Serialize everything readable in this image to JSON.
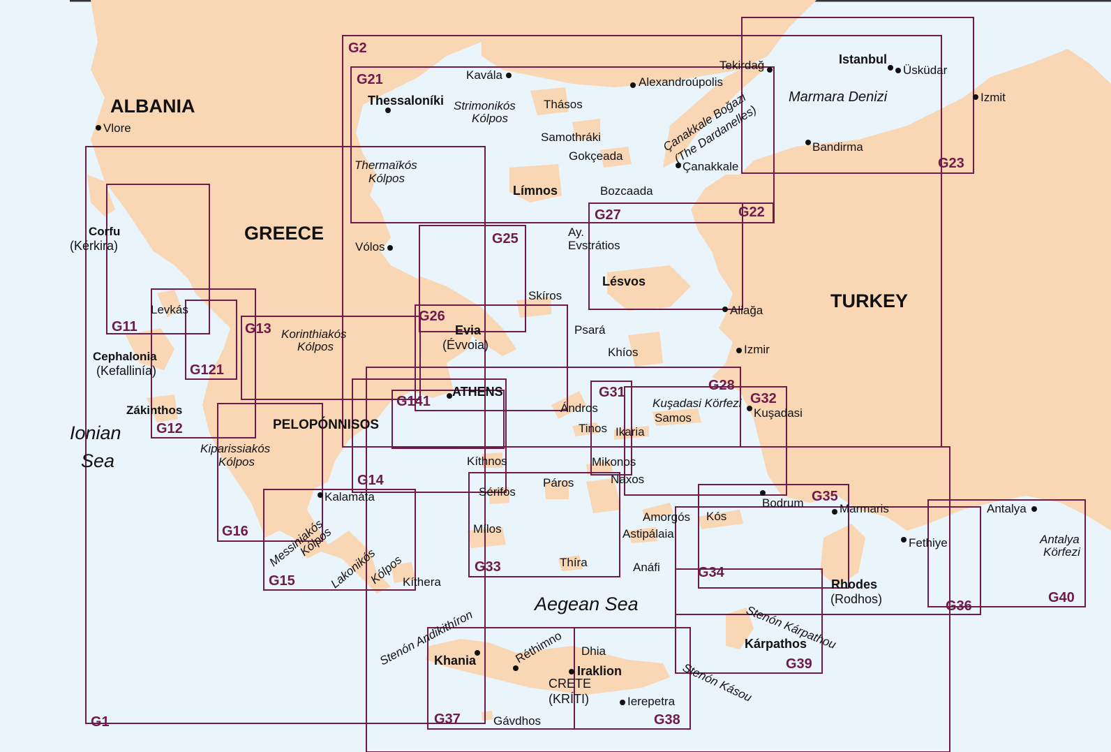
{
  "colors": {
    "sea": "#e9f4fb",
    "land": "#f9d6b4",
    "chart_outline": "#6e1a4a",
    "text": "#111111"
  },
  "countries": {
    "albania": "ALBANIA",
    "greece": "GREECE",
    "turkey": "TURKEY"
  },
  "seas": {
    "ionian_1": "Ionian",
    "ionian_2": "Sea",
    "aegean": "Aegean Sea",
    "marmara": "Marmara Denizi",
    "korinth_1": "Korinthiakós",
    "korinth_2": "Kólpos",
    "thermaikos_1": "Thermaïkós",
    "thermaikos_2": "Kólpos",
    "strimonikos_1": "Strimonikós",
    "strimonikos_2": "Kólpos",
    "kiparissiakos_1": "Kiparissiakós",
    "kiparissiakos_2": "Kólpos",
    "messiniakos_1": "Messiniakós",
    "messiniakos_2": "Kólpos",
    "lakonikos_1": "Lakonikós",
    "lakonikos_2": "Kólpos",
    "kusadasi_korfezi": "Kuşadasi Körfezi",
    "antalya_korfezi_1": "Antalya",
    "antalya_korfezi_2": "Körfezi",
    "canakkale_1": "Çanakkale Boğazi",
    "canakkale_2": "(The Dardanelles)",
    "andikithiron": "Stenón Andikithíron",
    "karpathou": "Stenón Kárpathou",
    "kasou": "Stenón Kásou"
  },
  "places": {
    "vlore": "Vlore",
    "corfu": "Corfu",
    "kerkira": "(Kérkira)",
    "levkas": "Levkás",
    "cephalonia": "Cephalonia",
    "kefallinia": "(Kefallinía)",
    "zakinthos": "Zákinthos",
    "peloponnisos": "PELOPÓNNISOS",
    "kalamata": "Kalamáta",
    "kithera": "Kíthera",
    "athens": "ATHENS",
    "evia": "Evia",
    "evvoia": "(Évvoia)",
    "volos": "Vólos",
    "thessaloniki": "Thessaloníki",
    "kavala": "Kavála",
    "thasos": "Thásos",
    "samothraki": "Samothráki",
    "gokceada": "Gokçeada",
    "limnos": "Límnos",
    "bozcaada": "Bozcaada",
    "alexandroupolis": "Alexandroúpolis",
    "tekirdag": "Tekirdağ",
    "istanbul": "Istanbul",
    "uskudar": "Üsküdar",
    "izmit": "Izmit",
    "bandirma": "Bandirma",
    "canakkale": "Çanakkale",
    "ay_1": "Ay.",
    "ay_2": "Evstrátios",
    "lesvos": "Lésvos",
    "aliaga": "Aliağa",
    "izmir": "Izmir",
    "psara": "Psará",
    "khios": "Khíos",
    "skiros": "Skíros",
    "andros": "Ándros",
    "tinos": "Tinos",
    "ikaria": "Ikaria",
    "samos": "Samos",
    "kusadasi": "Kuşadasi",
    "kithnos": "Kíthnos",
    "mikonos": "Mikonos",
    "serifos": "Sérifos",
    "paros": "Páros",
    "naxos": "Naxos",
    "milos": "Mílos",
    "amorgos": "Amorgós",
    "astipalaia": "Astipálaia",
    "kos": "Kós",
    "bodrum": "Bodrum",
    "thira": "Thíra",
    "anafi": "Anáfi",
    "marmaris": "Marmaris",
    "fethiye": "Fethiye",
    "antalya": "Antalya",
    "rhodes": "Rhodes",
    "rodhos": "(Rodhos)",
    "karpathos": "Kárpathos",
    "khania": "Khania",
    "rethimno": "Réthimno",
    "dhia": "Dhia",
    "iraklion": "Iraklion",
    "crete": "CRETE",
    "kriti": "(KRÍTI)",
    "ierepetra": "Ierepetra",
    "gavdhos": "Gávdhos"
  },
  "charts": {
    "g1": "G1",
    "g2": "G2",
    "g11": "G11",
    "g12": "G12",
    "g121": "G121",
    "g13": "G13",
    "g14": "G14",
    "g141": "G141",
    "g15": "G15",
    "g16": "G16",
    "g21": "G21",
    "g22": "G22",
    "g23": "G23",
    "g25": "G25",
    "g26": "G26",
    "g27": "G27",
    "g28": "G28",
    "g31": "G31",
    "g32": "G32",
    "g33": "G33",
    "g34": "G34",
    "g35": "G35",
    "g36": "G36",
    "g37": "G37",
    "g38": "G38",
    "g39": "G39",
    "g40": "G40"
  }
}
